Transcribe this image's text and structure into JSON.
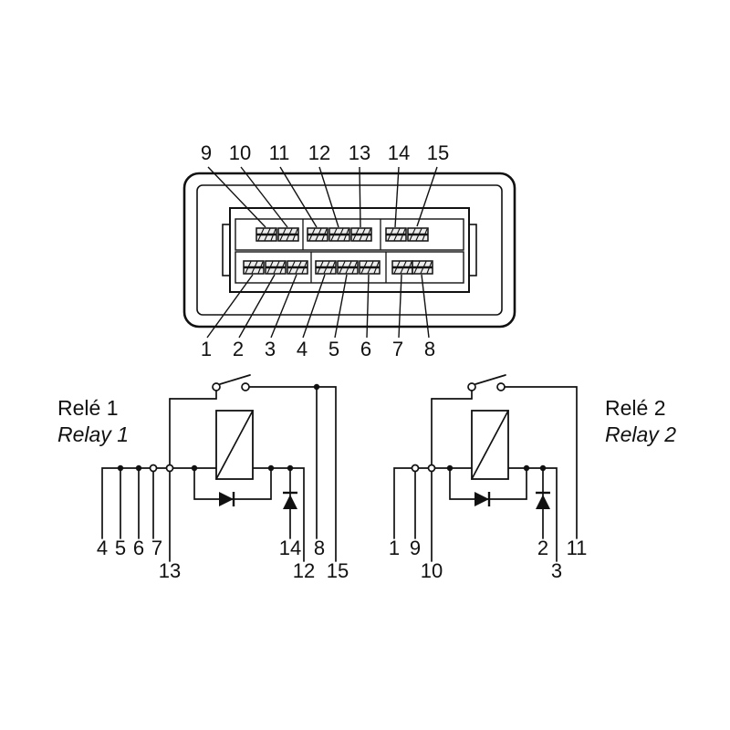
{
  "diagram": {
    "background_color": "#ffffff",
    "line_color": "#111111"
  },
  "connector": {
    "top_pin_labels": [
      "9",
      "10",
      "11",
      "12",
      "13",
      "14",
      "15"
    ],
    "bottom_pin_labels": [
      "1",
      "2",
      "3",
      "4",
      "5",
      "6",
      "7",
      "8"
    ]
  },
  "relay1": {
    "title": "Relé 1",
    "subtitle": "Relay 1",
    "pin_labels": {
      "p4": "4",
      "p5": "5",
      "p6": "6",
      "p7": "7",
      "p13": "13",
      "p14": "14",
      "p8": "8",
      "p12": "12",
      "p15": "15"
    }
  },
  "relay2": {
    "title": "Relé 2",
    "subtitle": "Relay 2",
    "pin_labels": {
      "p1": "1",
      "p9": "9",
      "p10": "10",
      "p2": "2",
      "p11": "11",
      "p3": "3"
    }
  }
}
